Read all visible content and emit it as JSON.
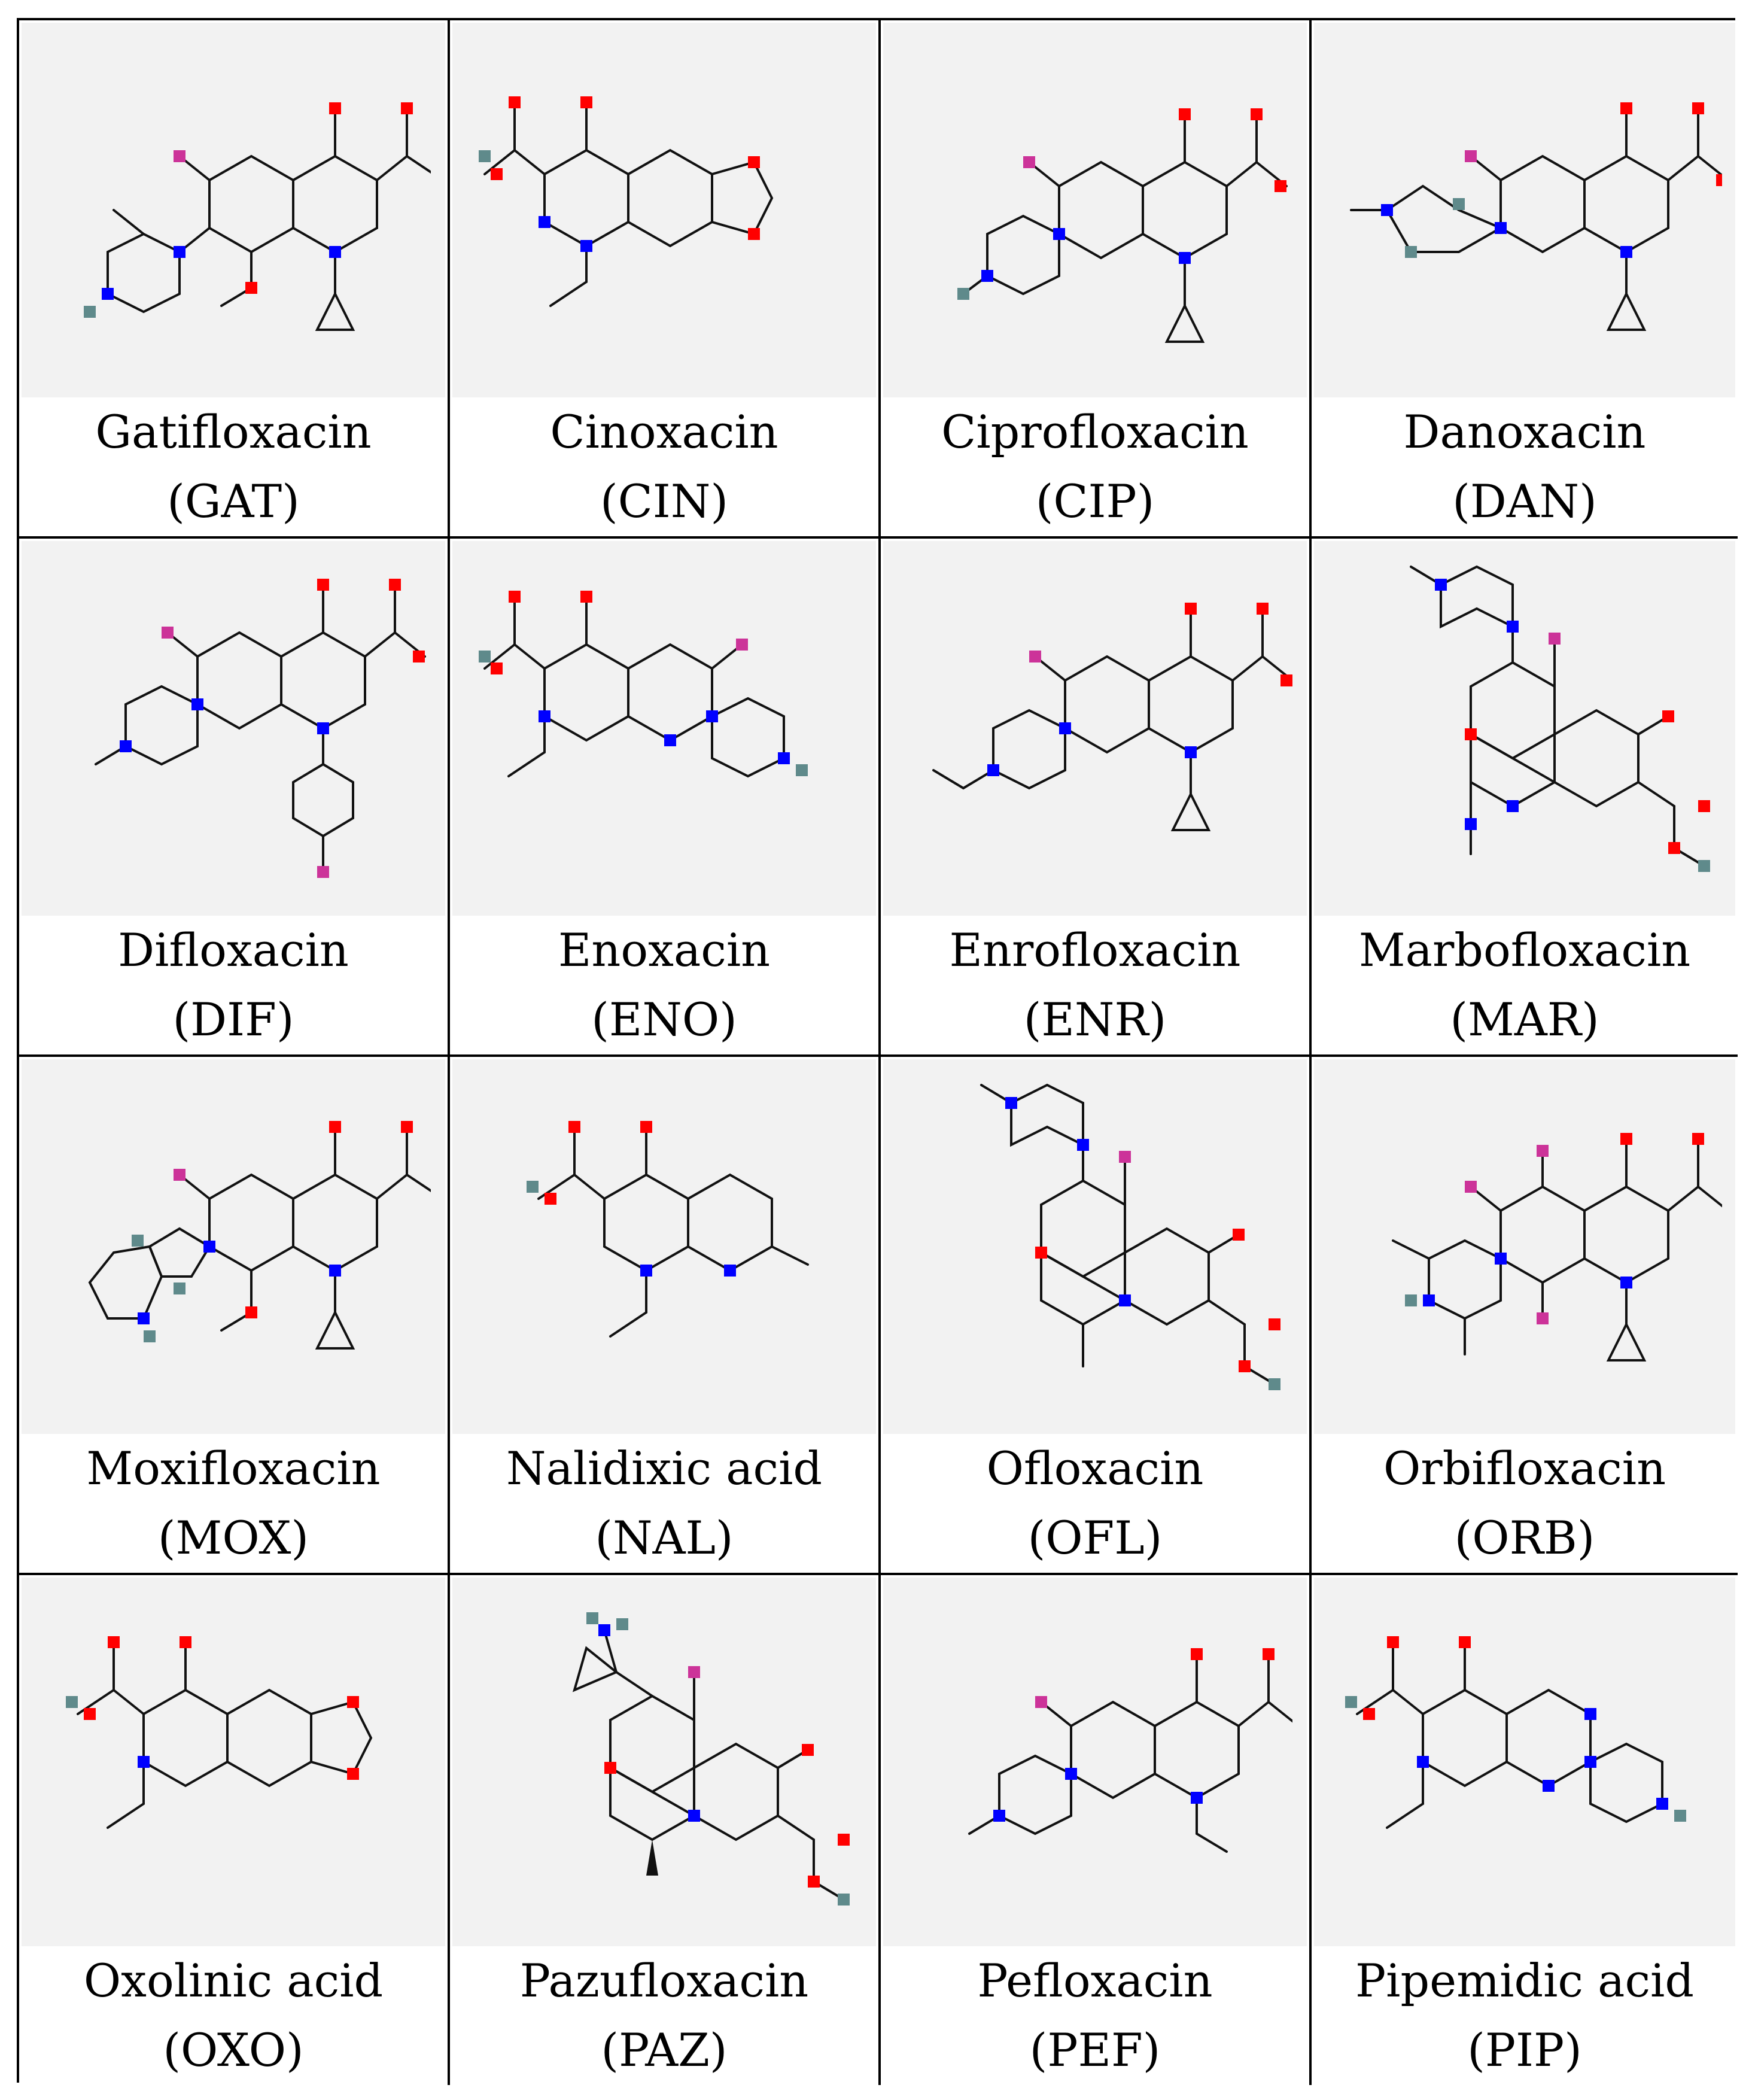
{
  "colors": {
    "oxygen": "#ff0000",
    "nitrogen": "#0000ff",
    "fluorine": "#cc3399",
    "hydrogen": "#5f8a8b",
    "panel_bg": "#f2f2f2"
  },
  "compounds": [
    {
      "name": "Gatifloxacin",
      "abbr": "(GAT)"
    },
    {
      "name": "Cinoxacin",
      "abbr": "(CIN)"
    },
    {
      "name": "Ciprofloxacin",
      "abbr": "(CIP)"
    },
    {
      "name": "Danoxacin",
      "abbr": "(DAN)"
    },
    {
      "name": "Difloxacin",
      "abbr": "(DIF)"
    },
    {
      "name": "Enoxacin",
      "abbr": "(ENO)"
    },
    {
      "name": "Enrofloxacin",
      "abbr": "(ENR)"
    },
    {
      "name": "Marbofloxacin",
      "abbr": "(MAR)"
    },
    {
      "name": "Moxifloxacin",
      "abbr": "(MOX)"
    },
    {
      "name": "Nalidixic acid",
      "abbr": "(NAL)"
    },
    {
      "name": "Ofloxacin",
      "abbr": "(OFL)"
    },
    {
      "name": "Orbifloxacin",
      "abbr": "(ORB)"
    },
    {
      "name": "Oxolinic acid",
      "abbr": "(OXO)"
    },
    {
      "name": "Pazufloxacin",
      "abbr": "(PAZ)"
    },
    {
      "name": "Pefloxacin",
      "abbr": "(PEF)"
    },
    {
      "name": "Pipemidic acid",
      "abbr": "(PIP)"
    }
  ]
}
